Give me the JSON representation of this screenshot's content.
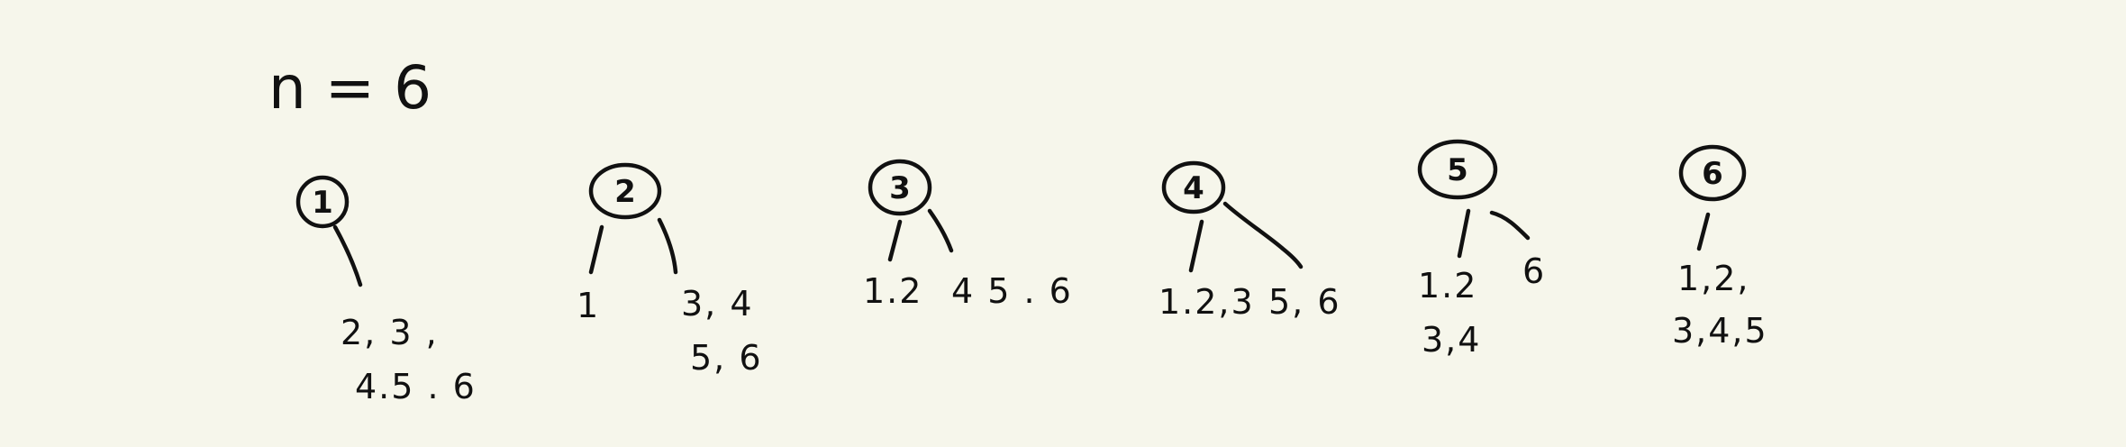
{
  "title": "n = 6",
  "trees": [
    {
      "root": "1",
      "left": [],
      "right": [
        "2, 3 ,",
        "4.5 . 6"
      ]
    },
    {
      "root": "2",
      "left": [
        "1"
      ],
      "right": [
        "3, 4",
        "5, 6"
      ]
    },
    {
      "root": "3",
      "left": [
        "1.2"
      ],
      "right": [
        "4 5 . 6"
      ]
    },
    {
      "root": "4",
      "left": [
        "1.2,3"
      ],
      "right": [
        "5, 6"
      ]
    },
    {
      "root": "5",
      "left": [
        "1.2",
        "3,4"
      ],
      "right": [
        "6"
      ]
    },
    {
      "root": "6",
      "left": [
        "1,2,",
        "3,4,5"
      ],
      "right": []
    }
  ]
}
